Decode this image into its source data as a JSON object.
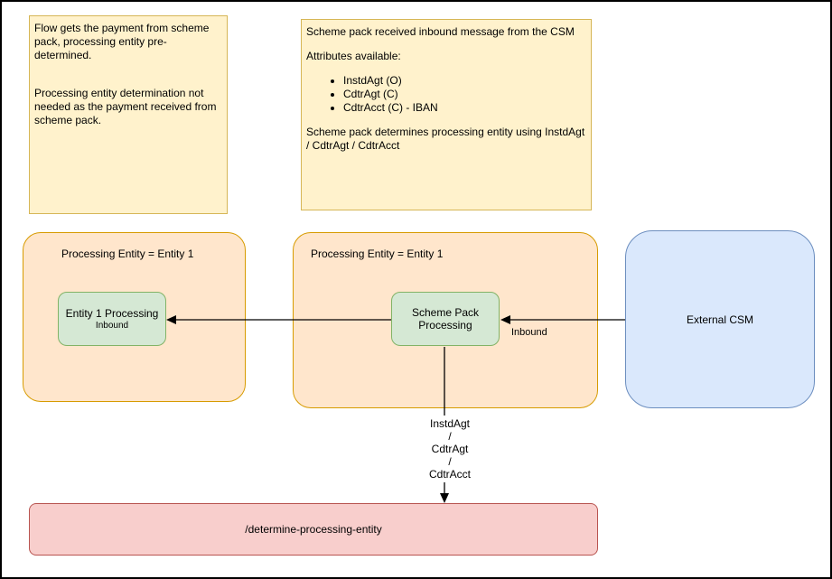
{
  "diagram": {
    "notes": {
      "note1": {
        "para1": "Flow gets the payment from scheme pack, processing entity pre-determined.",
        "para2": "Processing entity determination not needed as the payment received from scheme pack."
      },
      "note2": {
        "intro": "Scheme pack received inbound message from the CSM",
        "attributes_heading": "Attributes available:",
        "bullets": [
          "InstdAgt (O)",
          "CdtrAgt (C)",
          "CdtrAcct (C) - IBAN"
        ],
        "footer": "Scheme pack determines processing entity using InstdAgt / CdtrAgt / CdtrAcct"
      }
    },
    "containers": {
      "entity1_container": {
        "label": "Processing Entity = Entity 1"
      },
      "scheme_pack_container": {
        "label": "Processing Entity = Entity 1"
      }
    },
    "nodes": {
      "entity1_processing": {
        "label": "Entity 1 Processing",
        "sublabel": "Inbound"
      },
      "scheme_pack_processing": {
        "label": "Scheme Pack\nProcessing"
      },
      "external_csm": {
        "label": "External CSM"
      },
      "determine_processing_entity": {
        "label": "/determine-processing-entity"
      }
    },
    "edges": {
      "csm_to_scheme_pack": {
        "label": "Inbound"
      },
      "scheme_pack_to_determine": {
        "label": "InstdAgt\n/\nCdtrAgt\n/\nCdtrAcct"
      }
    },
    "palette": {
      "note_fill": "#FFF2CC",
      "note_stroke": "#D6B656",
      "container_fill": "#FFE6CC",
      "container_stroke": "#D79B00",
      "process_fill": "#D5E8D4",
      "process_stroke": "#82B366",
      "external_fill": "#DAE8FC",
      "external_stroke": "#6C8EBF",
      "endpoint_fill": "#F8CECC",
      "endpoint_stroke": "#B85450",
      "arrow_color": "#000000",
      "frame_color": "#000000"
    }
  }
}
